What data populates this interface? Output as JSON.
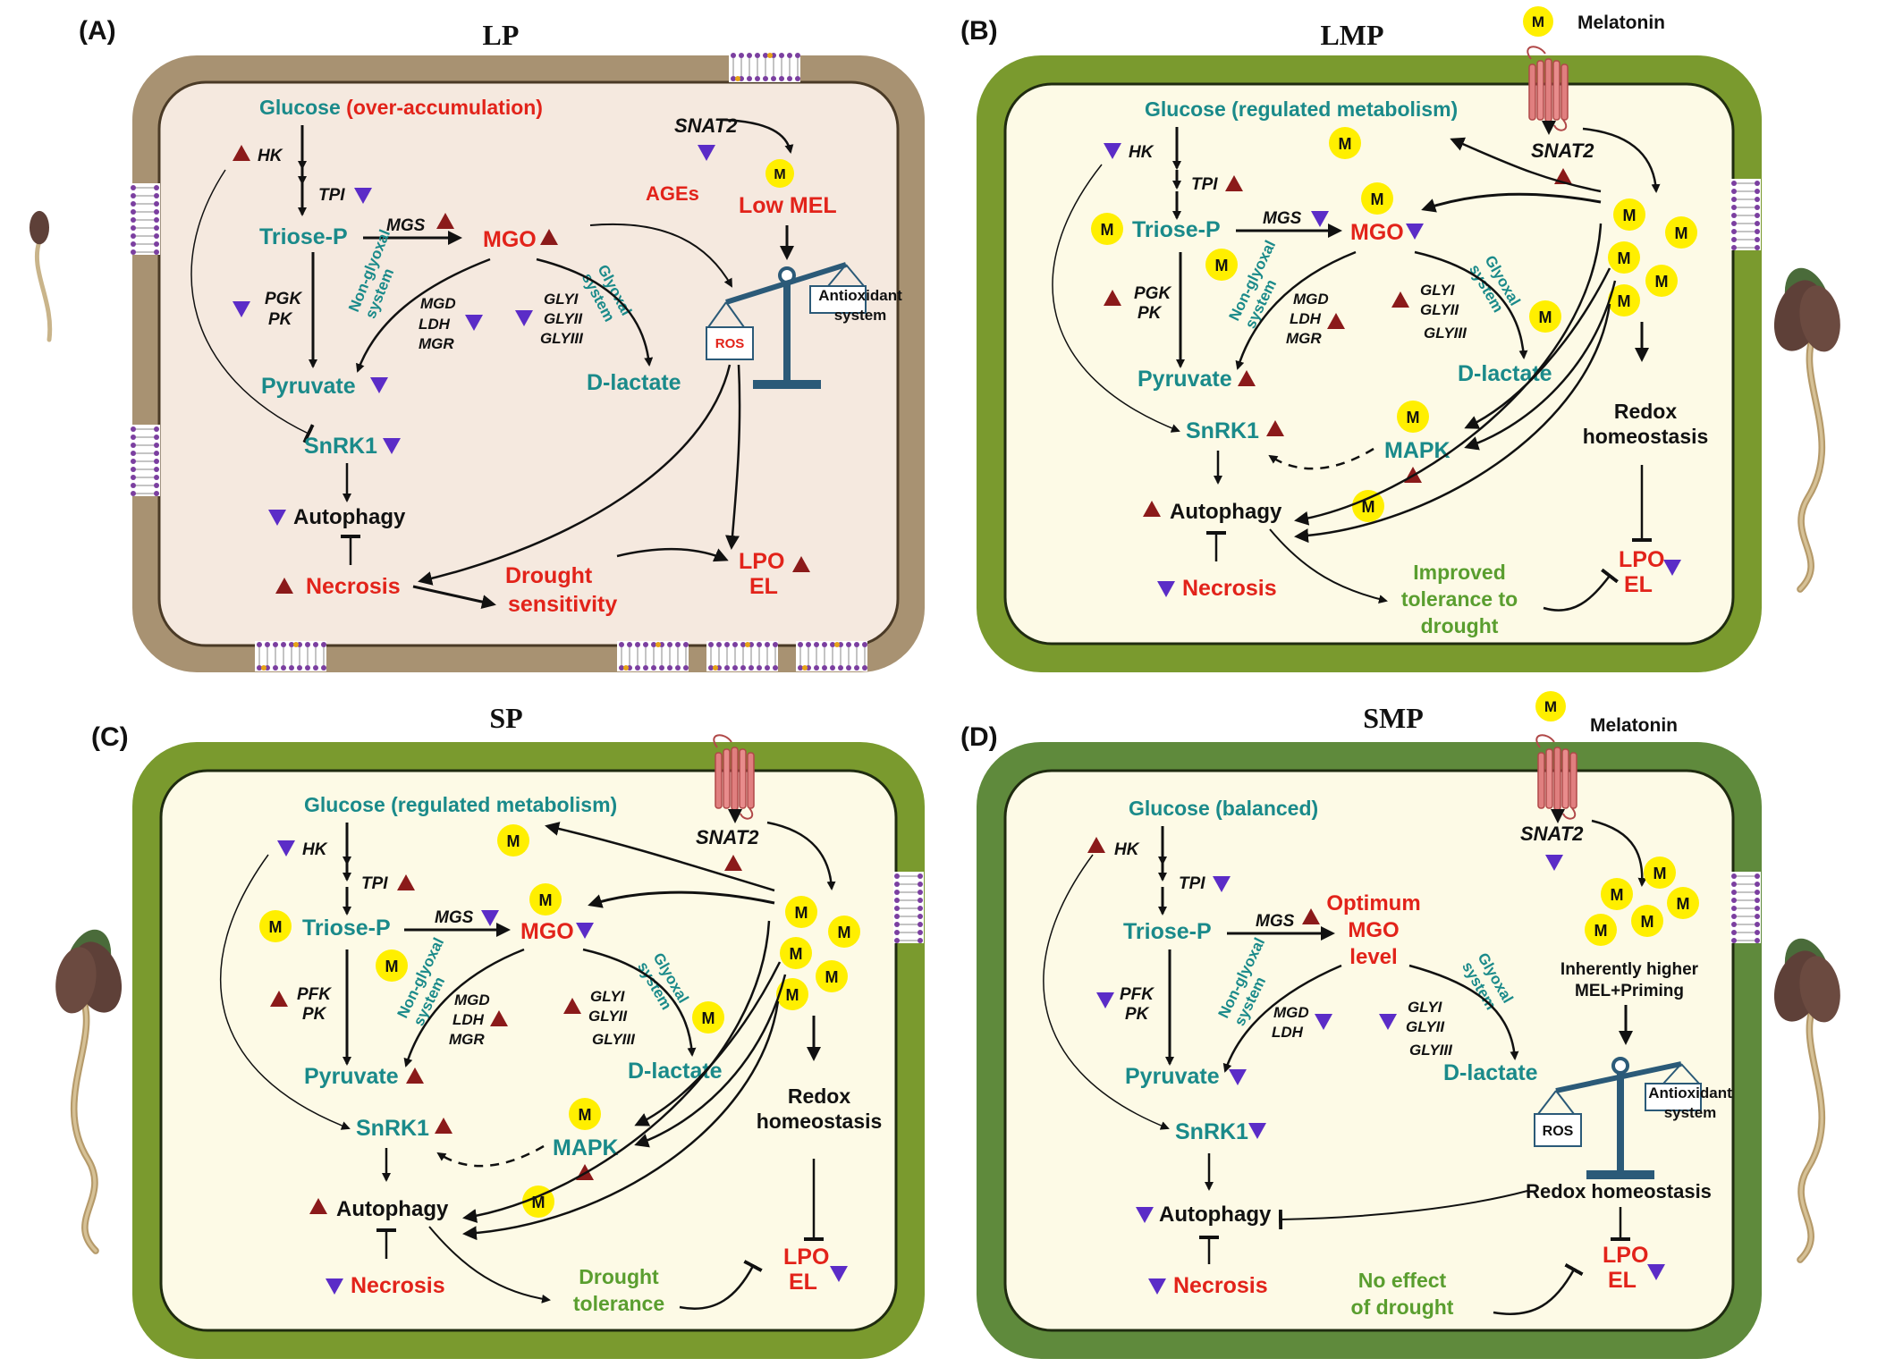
{
  "colors": {
    "metabolite": "#1a8a8a",
    "emphasis": "#e2231a",
    "outcome": "#5a9e2f",
    "up_arrow": "#8b1a1a",
    "down_arrow": "#5b2cc7",
    "melatonin_fill": "#ffef00",
    "panel_a_wall": "#a89272",
    "panel_a_fill": "#f5e9df",
    "primed_wall": "#7a9a2e",
    "primed_fill": "#fdfae6",
    "panel_d_wall": "#5f8a3c"
  },
  "panels": [
    {
      "id": "A",
      "tag": "(A)",
      "title": "LP",
      "glucose": "Glucose",
      "glucose_note": "(over-accumulation)",
      "hk": "HK",
      "tpi": "TPI",
      "mgs": "MGS",
      "triose": "Triose-P",
      "mgo": "MGO",
      "pgk": "PGK",
      "pk": "PK",
      "non_glyoxal": [
        "Non-glyoxal",
        "system"
      ],
      "glyoxal": [
        "Glyoxal",
        "system"
      ],
      "mgd": "MGD",
      "ldh": "LDH",
      "mgr": "MGR",
      "glyi": "GLYI",
      "glyii": "GLYII",
      "glyiii": "GLYIII",
      "pyruvate": "Pyruvate",
      "dlactate": "D-lactate",
      "snrk1": "SnRK1",
      "autophagy": "Autophagy",
      "necrosis": "Necrosis",
      "snat2": "SNAT2",
      "m": "M",
      "low_mel": "Low MEL",
      "ages": "AGEs",
      "ros": "ROS",
      "antioxidant": [
        "Antioxidant",
        "system"
      ],
      "drought": [
        "Drought",
        "sensitivity"
      ],
      "lpo": "LPO",
      "el": "EL"
    },
    {
      "id": "B",
      "tag": "(B)",
      "title": "LMP",
      "melatonin": "Melatonin",
      "glucose": "Glucose (regulated metabolism)",
      "hk": "HK",
      "tpi": "TPI",
      "mgs": "MGS",
      "triose": "Triose-P",
      "mgo": "MGO",
      "pgk": "PGK",
      "pk": "PK",
      "non_glyoxal": [
        "Non-glyoxal",
        "system"
      ],
      "glyoxal": [
        "Glyoxal",
        "system"
      ],
      "mgd": "MGD",
      "ldh": "LDH",
      "mgr": "MGR",
      "glyi": "GLYI",
      "glyii": "GLYII",
      "glyiii": "GLYIII",
      "pyruvate": "Pyruvate",
      "dlactate": "D-lactate",
      "snrk1": "SnRK1",
      "mapk": "MAPK",
      "autophagy": "Autophagy",
      "necrosis": "Necrosis",
      "snat2": "SNAT2",
      "m": "M",
      "redox": [
        "Redox",
        "homeostasis"
      ],
      "tolerance": [
        "Improved",
        "tolerance to",
        "drought"
      ],
      "lpo": "LPO",
      "el": "EL"
    },
    {
      "id": "C",
      "tag": "(C)",
      "title": "SP",
      "glucose": "Glucose (regulated metabolism)",
      "hk": "HK",
      "tpi": "TPI",
      "mgs": "MGS",
      "triose": "Triose-P",
      "mgo": "MGO",
      "pfk": "PFK",
      "pk": "PK",
      "non_glyoxal": [
        "Non-glyoxal",
        "system"
      ],
      "glyoxal": [
        "Glyoxal",
        "system"
      ],
      "mgd": "MGD",
      "ldh": "LDH",
      "mgr": "MGR",
      "glyi": "GLYI",
      "glyii": "GLYII",
      "glyiii": "GLYIII",
      "pyruvate": "Pyruvate",
      "dlactate": "D-lactate",
      "snrk1": "SnRK1",
      "mapk": "MAPK",
      "autophagy": "Autophagy",
      "necrosis": "Necrosis",
      "snat2": "SNAT2",
      "m": "M",
      "redox": [
        "Redox",
        "homeostasis"
      ],
      "tolerance": [
        "Drought",
        "tolerance"
      ],
      "lpo": "LPO",
      "el": "EL"
    },
    {
      "id": "D",
      "tag": "(D)",
      "title": "SMP",
      "melatonin": "Melatonin",
      "glucose": "Glucose (balanced)",
      "hk": "HK",
      "tpi": "TPI",
      "mgs": "MGS",
      "triose": "Triose-P",
      "mgo_opt": [
        "Optimum",
        "MGO",
        "level"
      ],
      "pfk": "PFK",
      "pk": "PK",
      "non_glyoxal": [
        "Non-glyoxal",
        "system"
      ],
      "glyoxal": [
        "Glyoxal",
        "system"
      ],
      "mgd": "MGD",
      "ldh": "LDH",
      "glyi": "GLYI",
      "glyii": "GLYII",
      "glyiii": "GLYIII",
      "pyruvate": "Pyruvate",
      "dlactate": "D-lactate",
      "snrk1": "SnRK1",
      "autophagy": "Autophagy",
      "necrosis": "Necrosis",
      "snat2": "SNAT2",
      "m": "M",
      "inherent": [
        "Inherently higher",
        "MEL+Priming"
      ],
      "ros": "ROS",
      "antioxidant": [
        "Antioxidant",
        "system"
      ],
      "redox": "Redox homeostasis",
      "no_effect": [
        "No effect",
        "of drought"
      ],
      "lpo": "LPO",
      "el": "EL"
    }
  ]
}
